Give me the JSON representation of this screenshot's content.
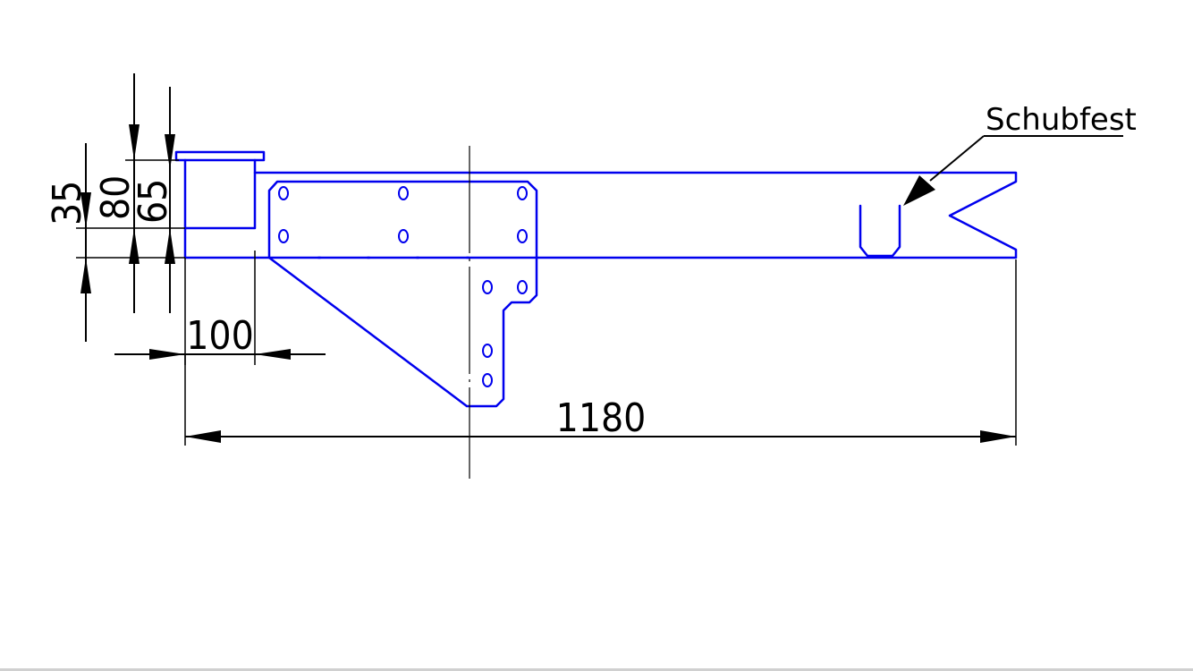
{
  "dimensions": {
    "overall_length": "1180",
    "offset": "100",
    "height_35": "35",
    "height_80": "80",
    "height_65": "65"
  },
  "annotations": {
    "callout": "Schubfest"
  },
  "colors": {
    "part": "#0000ee",
    "dimension": "#000000",
    "background": "#ffffff"
  }
}
